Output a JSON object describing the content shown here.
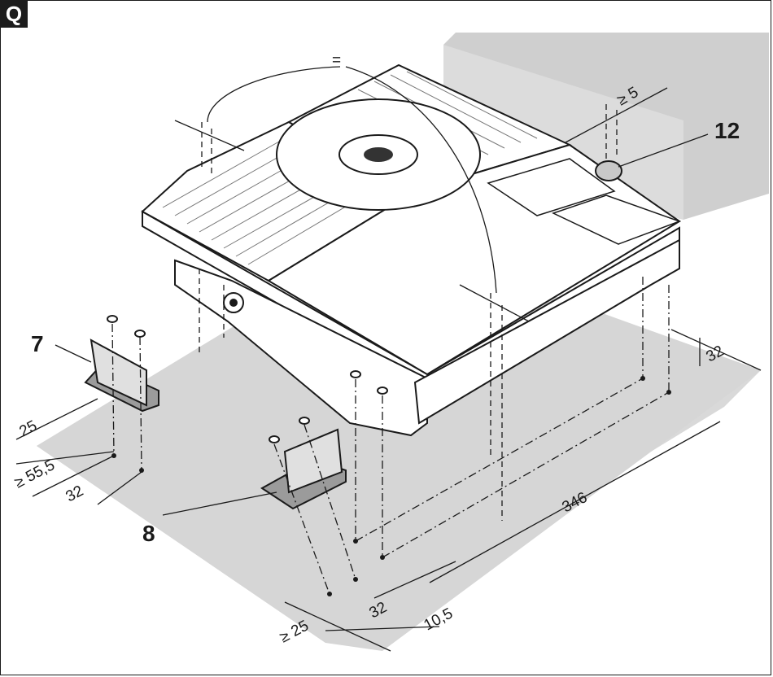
{
  "figure_letter": "Q",
  "callouts": {
    "part_7": "7",
    "part_8": "8",
    "part_12": "12"
  },
  "dimensions": {
    "equal_mark": "=",
    "gap_min_5": "≥ 5",
    "d25_left": "25",
    "d55_5": "≥ 55,5",
    "d32_left": "32",
    "d32_right": "32",
    "d346": "346",
    "d32_bottom": "32",
    "d10_5": "10,5",
    "d25_bottom": "≥ 25"
  }
}
